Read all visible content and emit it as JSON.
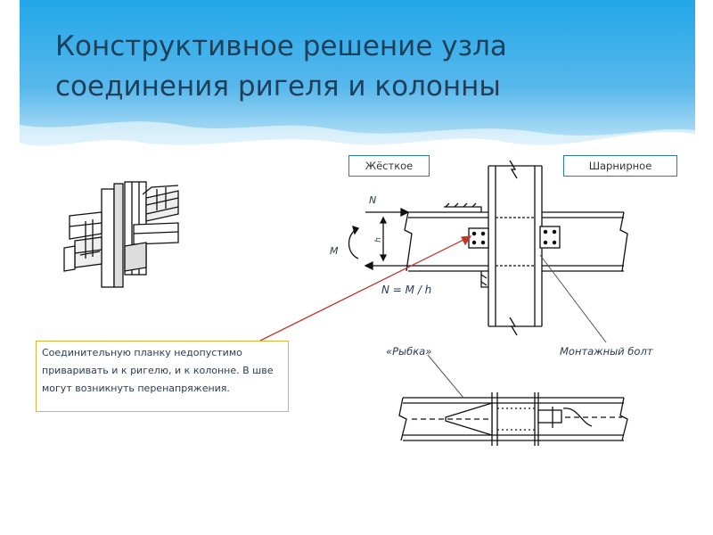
{
  "slide": {
    "title": "Конструктивное решение узла соединения ригеля и колонны"
  },
  "tags": {
    "rigid": "Жёсткое",
    "hinged": "Шарнирное"
  },
  "diagram_labels": {
    "force_n": "N",
    "moment_m": "M",
    "height_h": "h",
    "formula": "N = M / h",
    "fish_plate": "«Рыбка»",
    "mounting_bolt": "Монтажный болт"
  },
  "note": {
    "text": "Соединительную планку недопустимо приваривать и к ригелю, и к колонне. В шве могут возникнуть перенапряжения."
  },
  "colors": {
    "header_sky": "#1a8fd6",
    "title": "#1f3f5a",
    "tag_border": "#2a7f8a",
    "note_border": "#e8b23a",
    "arrow": "#c0392b"
  }
}
